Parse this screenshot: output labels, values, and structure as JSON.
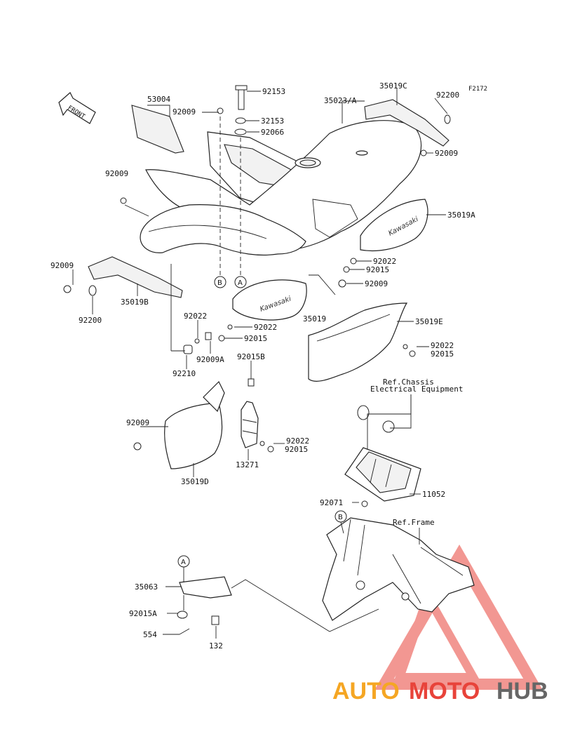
{
  "figure_code": "F2172",
  "front_arrow_text": "FRONT",
  "refs": {
    "chassis_line1": "Ref.Chassis",
    "chassis_line2": "Electrical Equipment",
    "frame": "Ref.Frame"
  },
  "markers": {
    "a": "A",
    "b": "B"
  },
  "fender_brand": "Kawasaki",
  "parts": {
    "p53004": "53004",
    "p92009_top": "92009",
    "p92153": "92153",
    "p32153": "32153",
    "p92066": "92066",
    "p35023a": "35023/A",
    "p35019c": "35019C",
    "p92200_top": "92200",
    "p92009_right": "92009",
    "p92009_left": "92009",
    "p35019a": "35019A",
    "p92022_mid": "92022",
    "p92015_mid": "92015",
    "p92009_mid": "92009",
    "p92009_rear": "92009",
    "p92200_rear": "92200",
    "p35019b": "35019B",
    "p92022_low": "92022",
    "p92009a": "92009A",
    "p92015_low": "92015",
    "p92022_center": "92022",
    "p35019": "35019",
    "p35019e": "35019E",
    "p92022_e": "92022",
    "p92015_e": "92015",
    "p92210": "92210",
    "p92015b": "92015B",
    "p92009_d": "92009",
    "p92022_d": "92022",
    "p92015_d": "92015",
    "p13271": "13271",
    "p35019d": "35019D",
    "p11052": "11052",
    "p92071": "92071",
    "p35063": "35063",
    "p92015a": "92015A",
    "p554": "554",
    "p132": "132"
  },
  "watermark": {
    "part1": "AUTO",
    "part2": "MOTO",
    "part3": "HUB",
    "color_orange": "#f5a623",
    "color_red": "#e8433a",
    "color_grey": "#666666"
  }
}
